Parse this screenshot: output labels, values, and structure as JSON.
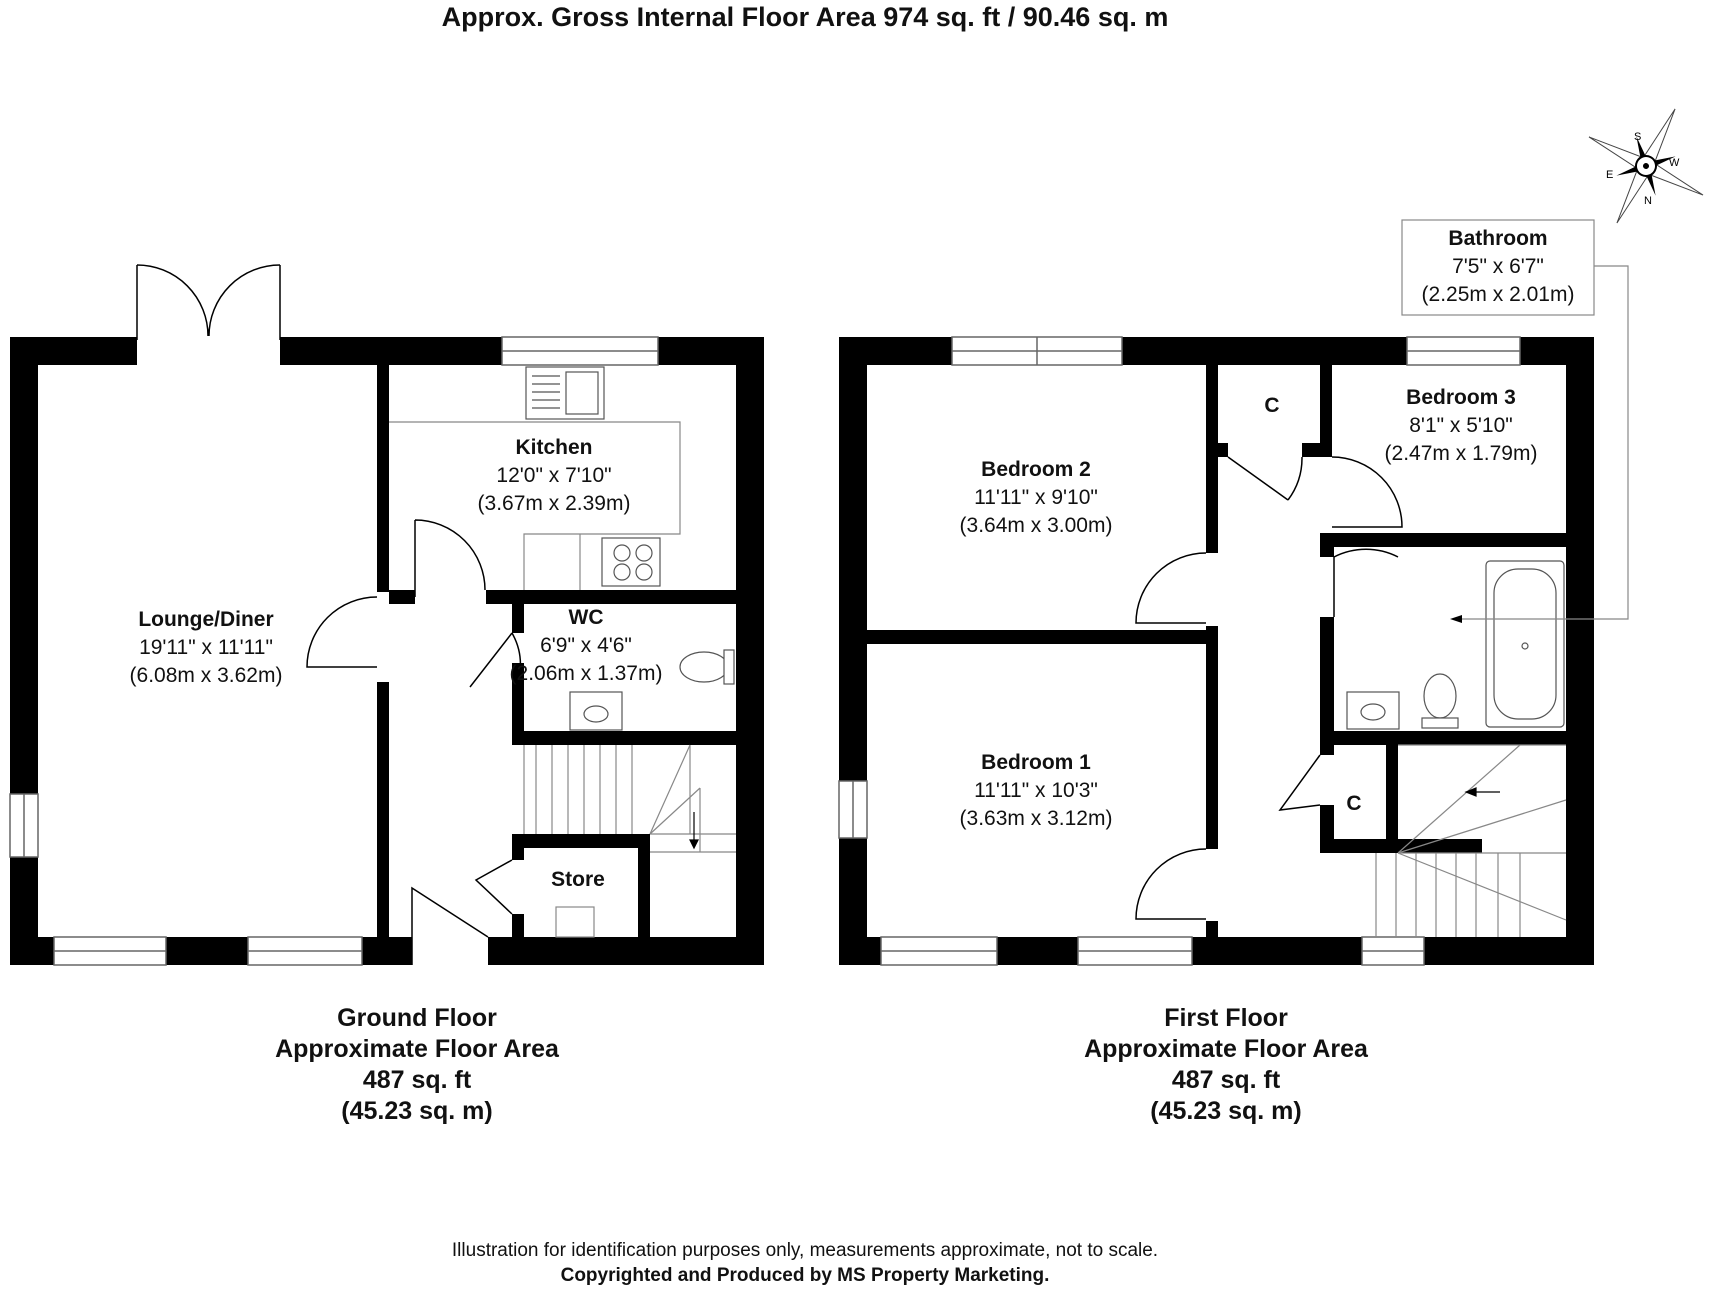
{
  "title": "Approx. Gross Internal Floor Area 974 sq. ft / 90.46 sq. m",
  "rooms": {
    "lounge": {
      "name": "Lounge/Diner",
      "imperial": "19'11\" x 11'11\"",
      "metric": "(6.08m x 3.62m)"
    },
    "kitchen": {
      "name": "Kitchen",
      "imperial": "12'0\" x 7'10\"",
      "metric": "(3.67m x 2.39m)"
    },
    "wc": {
      "name": "WC",
      "imperial": "6'9\" x 4'6\"",
      "metric": "(2.06m x 1.37m)"
    },
    "store": {
      "name": "Store"
    },
    "bedroom1": {
      "name": "Bedroom 1",
      "imperial": "11'11\" x 10'3\"",
      "metric": "(3.63m x 3.12m)"
    },
    "bedroom2": {
      "name": "Bedroom 2",
      "imperial": "11'11\" x 9'10\"",
      "metric": "(3.64m x 3.00m)"
    },
    "bedroom3": {
      "name": "Bedroom 3",
      "imperial": "8'1\" x 5'10\"",
      "metric": "(2.47m x 1.79m)"
    },
    "bathroom": {
      "name": "Bathroom",
      "imperial": "7'5\" x 6'7\"",
      "metric": "(2.25m x 2.01m)"
    },
    "cupboard_top": {
      "name": "C"
    },
    "cupboard_bottom": {
      "name": "C"
    }
  },
  "ground_floor": {
    "name": "Ground Floor",
    "area_label": "Approximate Floor Area",
    "area_imperial": "487 sq. ft",
    "area_metric": "(45.23 sq. m)"
  },
  "first_floor": {
    "name": "First Floor",
    "area_label": "Approximate Floor Area",
    "area_imperial": "487 sq. ft",
    "area_metric": "(45.23 sq. m)"
  },
  "compass": {
    "n": "N",
    "s": "S",
    "e": "E",
    "w": "W"
  },
  "footer": {
    "disclaimer": "Illustration for identification purposes only, measurements approximate, not to scale.",
    "copyright": "Copyrighted  and Produced by MS Property Marketing."
  }
}
